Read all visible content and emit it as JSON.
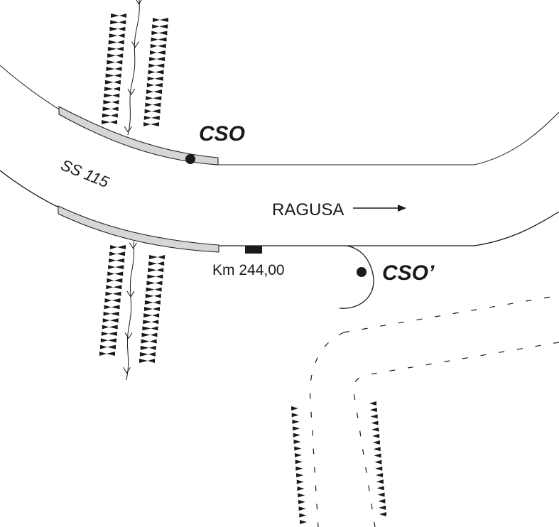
{
  "map": {
    "road_name": "SS 115",
    "direction_label": "RAGUSA",
    "kilometre_marker": "Km 244,00",
    "points": [
      {
        "id": "CSO",
        "label": "CSO"
      },
      {
        "id": "CSO_prime",
        "label": "CSO’"
      }
    ],
    "colors": {
      "line": "#1a1a1a",
      "guardrail_fill": "#d6d6d6",
      "background": "#ffffff"
    }
  }
}
